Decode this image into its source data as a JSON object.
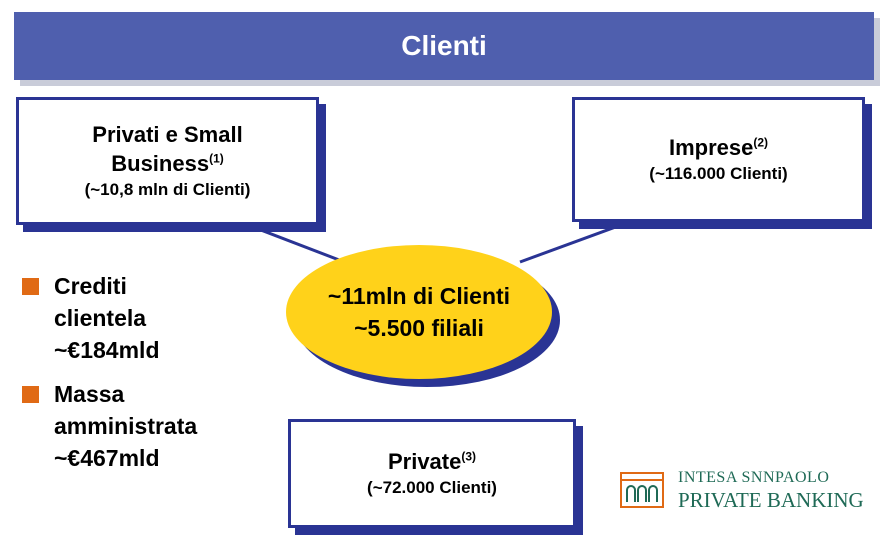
{
  "header": {
    "title": "Clienti"
  },
  "segments": {
    "privati": {
      "title": "Privati e Small Business",
      "sup": "(1)",
      "subtitle": "(~10,8 mln di Clienti)"
    },
    "imprese": {
      "title": "Imprese",
      "sup": "(2)",
      "subtitle": "(~116.000 Clienti)"
    },
    "private": {
      "title": "Private",
      "sup": "(3)",
      "subtitle": "(~72.000 Clienti)"
    }
  },
  "center": {
    "line1": "~11mln di Clienti",
    "line2": "~5.500 filiali"
  },
  "bullets": [
    {
      "text": "Crediti\nclientela\n~€184mld"
    },
    {
      "text": "Massa\namministrata\n~€467mld"
    }
  ],
  "logo": {
    "line1": "INTESA SNNPAOLO",
    "line2": "PRIVATE BANKING"
  },
  "colors": {
    "header": "#4f5fae",
    "border": "#2a3494",
    "ellipse": "#ffd21a",
    "bullet": "#e06a15",
    "logo": "#1f6a56"
  }
}
